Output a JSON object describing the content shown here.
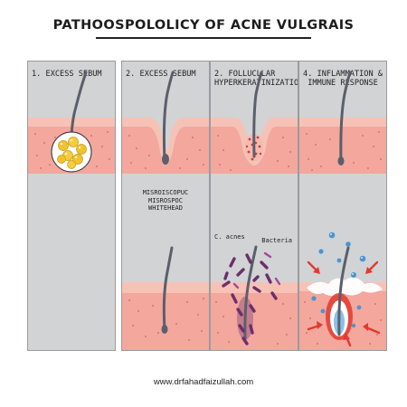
{
  "title": "PATHOOSPOLOLICY OF ACNE VULGRAIS",
  "panels": [
    {
      "title": "1. EXCESS SEBUM"
    },
    {
      "title": "2. EXCESS SEBUM"
    },
    {
      "title": "2. FOLLUCLLAR HYPERKERATINIZATION"
    },
    {
      "title": "4. INFLAMMATION & IMMUNE RESPONSE"
    }
  ],
  "labels": {
    "whitehead_1": "MISROISCOPUC",
    "whitehead_2": "MISROSPOC",
    "whitehead_3": "WHITEHEAD",
    "c_acnes": "C. acnes",
    "bacteria": "Bacteria"
  },
  "footer": "www.drfahadfaizullah.com",
  "colors": {
    "panel_bg": "#d2d3d5",
    "skin": "#f3a79d",
    "epidermis": "#f6c2b6",
    "hair": "#5a5f6b",
    "sebum": "#f1c230",
    "bacteria": "#6b2f6b",
    "inflammation": "#e23a2f",
    "immune_cell": "#4a95d0"
  }
}
